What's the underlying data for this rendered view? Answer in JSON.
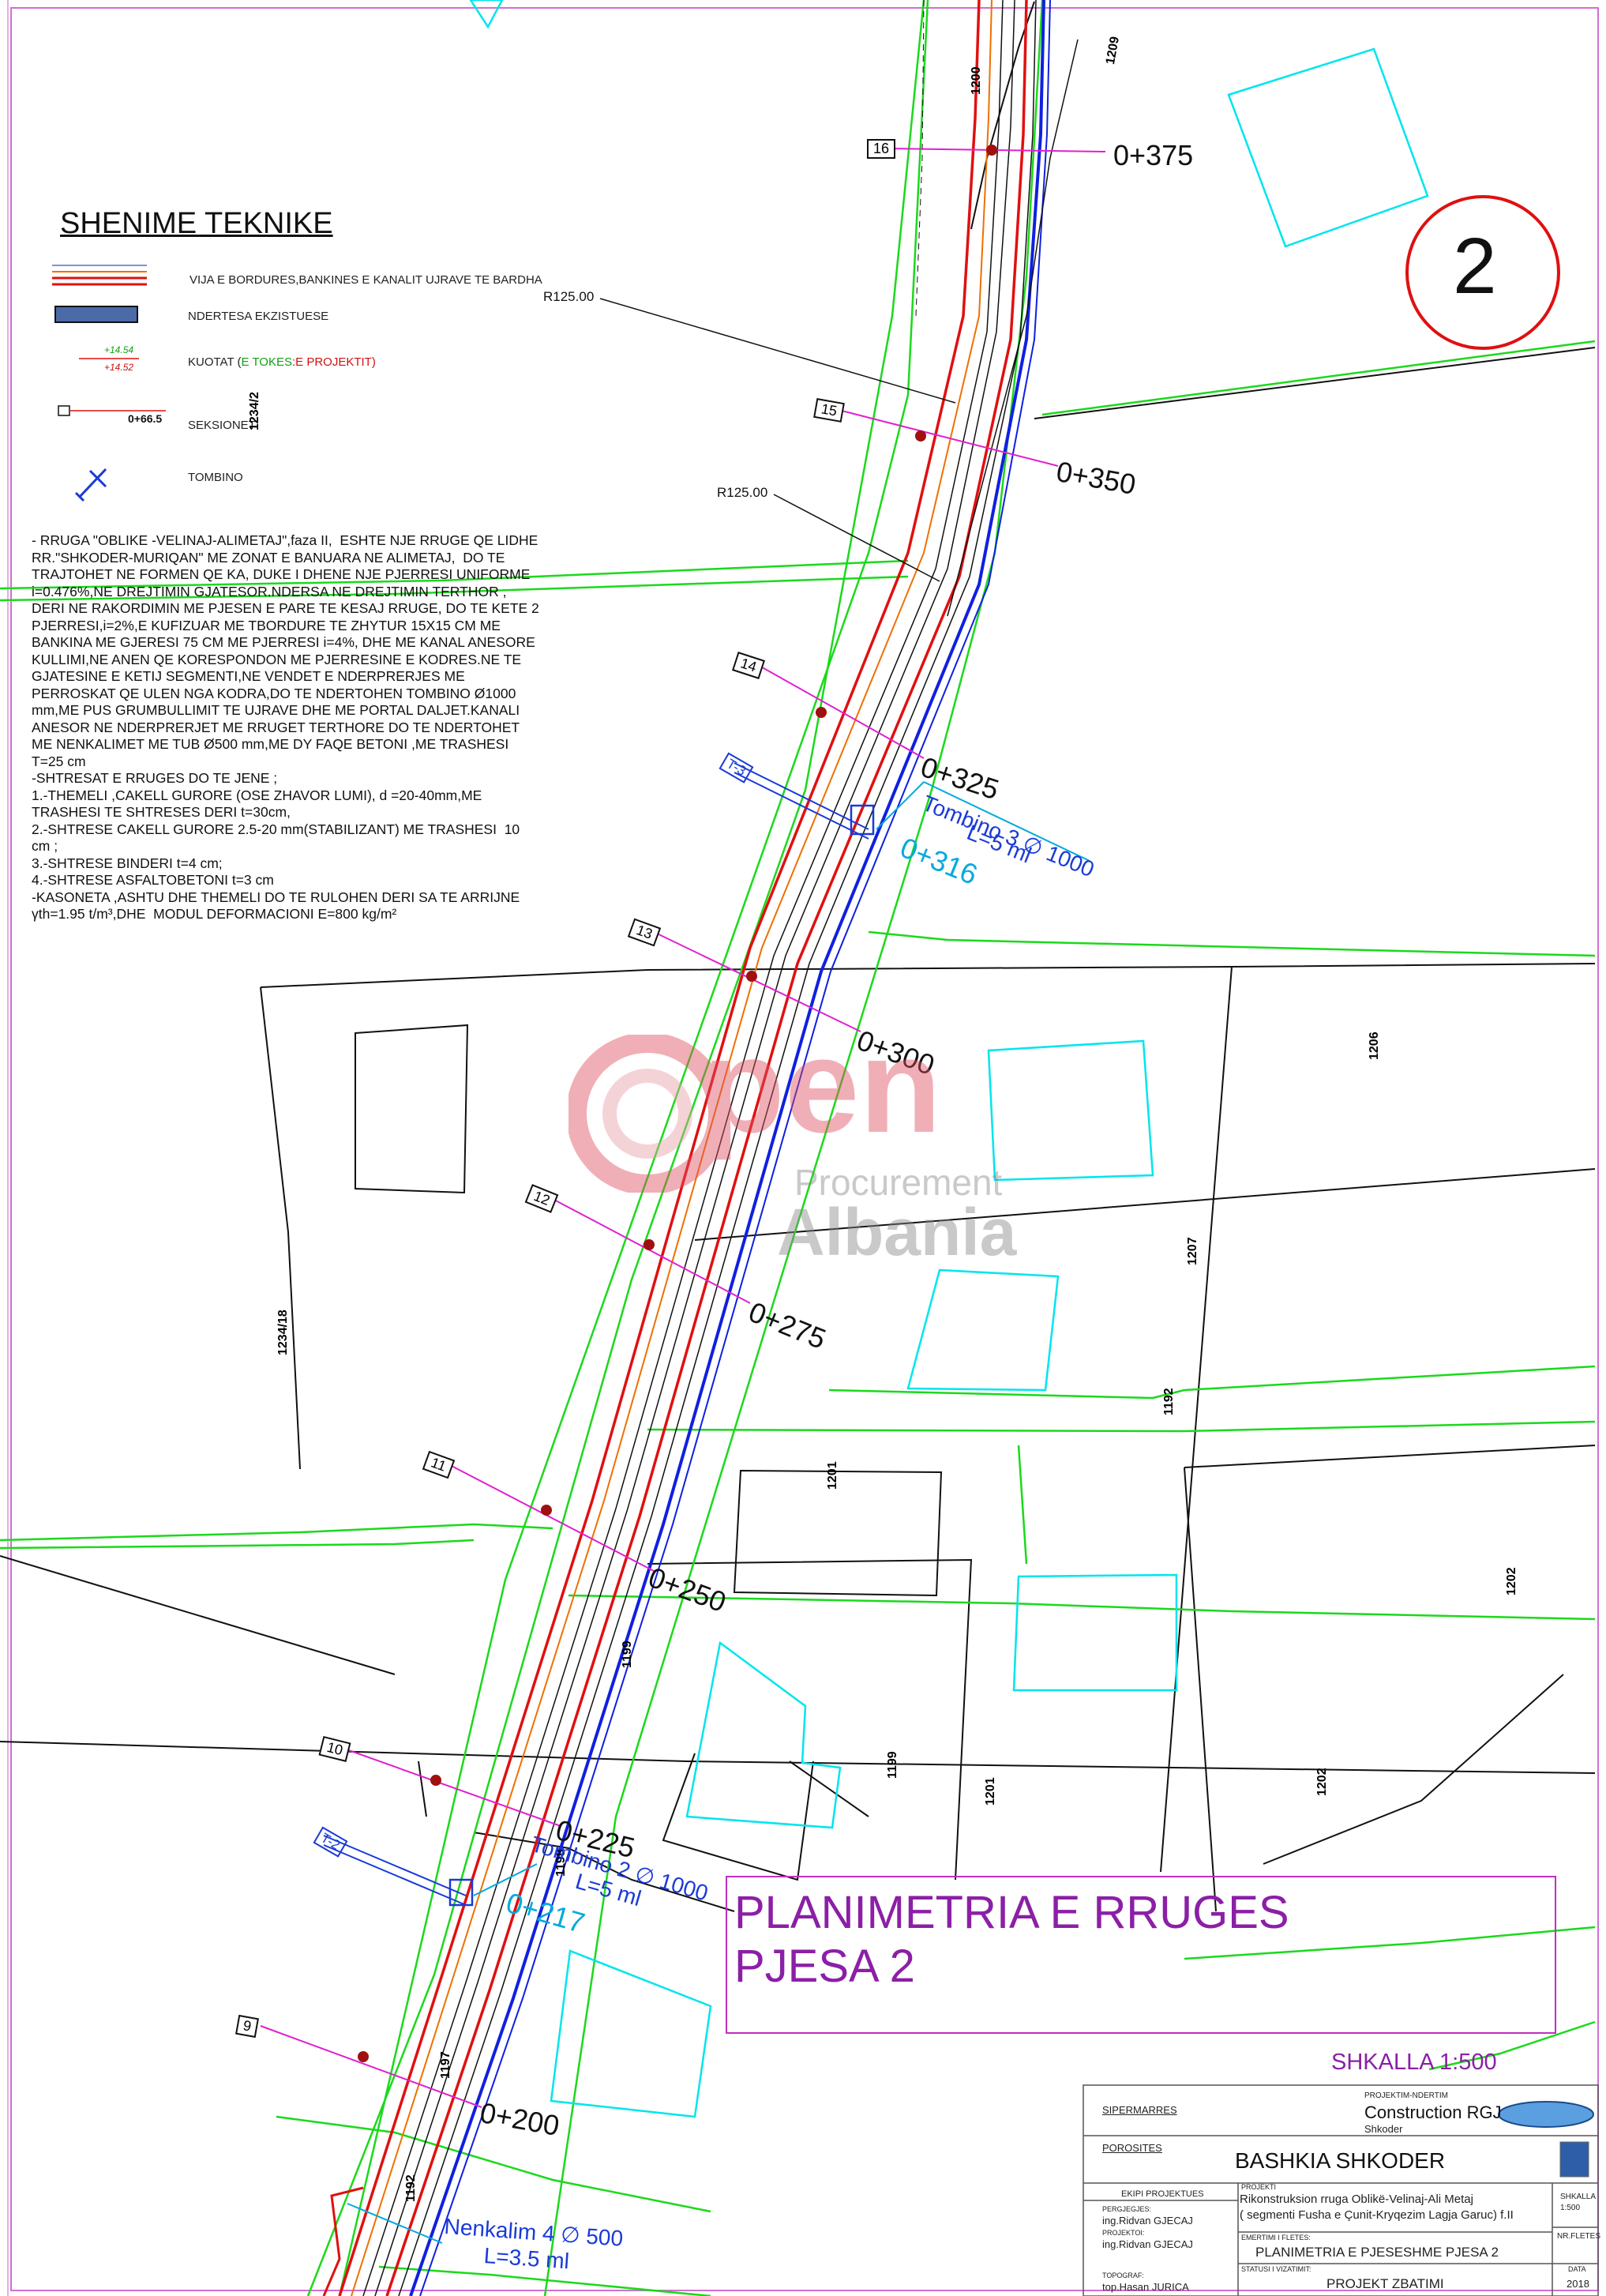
{
  "sheet_number": "2",
  "legend": {
    "title": "SHENIME TEKNIKE",
    "items": [
      {
        "label": "VIJA E BORDURES,BANKINES  E KANALIT UJRAVE TE BARDHA"
      },
      {
        "label": "NDERTESA EKZISTUESE"
      },
      {
        "label": "KUOTAT (",
        "label_green": "E TOKES",
        "label_red": ":E PROJEKTIT",
        "label_end": ")",
        "sample_top": "+14.54",
        "sample_bottom": "+14.52"
      },
      {
        "label": "SEKSIONET",
        "sample": "0+66.5"
      },
      {
        "label": "TOMBINO"
      }
    ]
  },
  "notes": "- RRUGA \"OBLIKE -VELINAJ-ALIMETAJ\",faza II,  ESHTE NJE RRUGE QE LIDHE\nRR.\"SHKODER-MURIQAN\" ME ZONAT E BANUARA NE ALIMETAJ,  DO TE\nTRAJTOHET NE FORMEN QE KA, DUKE I DHENE NJE PJERRESI UNIFORME\ni=0.476%,NE DREJTIMIN GJATESOR.NDERSA NE DREJTIMIN TERTHOR ,\nDERI NE RAKORDIMIN ME PJESEN E PARE TE KESAJ RRUGE, DO TE KETE 2\nPJERRESI,i=2%,E KUFIZUAR ME TBORDURE TE ZHYTUR 15X15 CM ME\nBANKINA ME GJERESI 75 CM ME PJERRESI i=4%, DHE ME KANAL ANESORE\nKULLIMI,NE ANEN QE KORESPONDON ME PJERRESINE E KODRES.NE TE\nGJATESINE E KETIJ SEGMENTI,NE VENDET E NDERPRERJES ME\nPERROSKAT QE ULEN NGA KODRA,DO TE NDERTOHEN TOMBINO Ø1000\nmm,ME PUS GRUMBULLIMIT TE UJRAVE DHE ME PORTAL DALJET.KANALI\nANESOR NE NDERPRERJET ME RRUGET TERTHORE DO TE NDERTOHET\nME NENKALIMET ME TUB Ø500 mm,ME DY FAQE BETONI ,ME TRASHESI\nT=25 cm\n-SHTRESAT E RRUGES DO TE JENE ;\n1.-THEMELI ,CAKELL GURORE (OSE ZHAVOR LUMI), d =20-40mm,ME\nTRASHESI TE SHTRESES DERI t=30cm,\n2.-SHTRESE CAKELL GURORE 2.5-20 mm(STABILIZANT) ME TRASHESI  10\ncm ;\n3.-SHTRESE BINDERI t=4 cm;\n4.-SHTRESE ASFALTOBETONI t=3 cm\n-KASONETA ,ASHTU DHE THEMELI DO TE RULOHEN DERI SA TE ARRIJNE\nγth=1.95 t/m³,DHE  MODUL DEFORMACIONI E=800 kg/m²",
  "radius_labels": [
    "R125.00",
    "R125.00"
  ],
  "parcels": [
    "1200",
    "1209",
    "1234/2",
    "1206",
    "1207",
    "1192",
    "1234/18",
    "1201",
    "1202",
    "1199",
    "1199",
    "1201",
    "1202",
    "1198",
    "1197",
    "1192"
  ],
  "sections": [
    {
      "num": "16",
      "chainage": "0+375"
    },
    {
      "num": "15",
      "chainage": "0+350"
    },
    {
      "num": "14",
      "chainage": "0+325"
    },
    {
      "num": "13",
      "chainage": "0+300"
    },
    {
      "num": "12",
      "chainage": "0+275"
    },
    {
      "num": "11",
      "chainage": "0+250"
    },
    {
      "num": "10",
      "chainage": "0+225"
    },
    {
      "num": "9",
      "chainage": "0+200"
    }
  ],
  "culverts": [
    {
      "tag": "T-3",
      "name": "Tombino 3 ∅ 1000",
      "length": "L=5 ml",
      "chainage": "0+316"
    },
    {
      "tag": "T-2",
      "name": "Tombino 2 ∅ 1000",
      "length": "L=5 ml",
      "chainage": "0+217"
    },
    {
      "name": "Nenkalim 4 ∅ 500",
      "length": "L=3.5 ml"
    }
  ],
  "watermark": {
    "line1": "pen",
    "line2": "Procurement",
    "line3": "Albania"
  },
  "title_box": {
    "line1": "PLANIMETRIA  E RRUGES",
    "line2": "PJESA 2"
  },
  "scale": "SHKALLA 1:500",
  "title_block": {
    "sipermarres_label": "SIPERMARRES",
    "projektim_label": "PROJEKTIM-NDERTIM",
    "contractor": "Construction RGJ",
    "contractor_city": "Shkoder",
    "porosites_label": "POROSITES",
    "client": "BASHKIA SHKODER",
    "ekipi_label": "EKIPI PROJEKTUES",
    "pergjegjes_label": "PERGJEGJES:",
    "pergjegjes": "ing.Ridvan GJECAJ",
    "projektoi_label": "PROJEKTOI:",
    "projektoi": "ing.Ridvan GJECAJ",
    "topograf_label": "TOPOGRAF:",
    "topograf": "top.Hasan JURICA",
    "projekti_label": "PROJEKTI",
    "project_line1": "Rikonstruksion rruga Oblikë-Velinaj-Ali Metaj",
    "project_line2": "( segmenti Fusha e Çunit-Kryqezim Lagja Garuc)  f.II",
    "shkalla_label": "SHKALLA",
    "shkalla": "1:500",
    "emertimi_label": "EMERTIMI I FLETES:",
    "sheet_name": "PLANIMETRIA E PJESESHME PJESA 2",
    "nr_fletes_label": "NR.FLETES",
    "statusi_label": "STATUSI I VIZATIMIT:",
    "status": "PROJEKT ZBATIMI",
    "data_label": "DATA",
    "year": "2018"
  },
  "colors": {
    "parcel_lines": "#1bd91b",
    "buildings": "#00e5ee",
    "road_red": "#e01010",
    "road_blue": "#1020e0",
    "road_orange": "#f07000",
    "sections": "#e020d0",
    "title": "#8b1fa6",
    "culvert_text": "#1a3ad8"
  }
}
